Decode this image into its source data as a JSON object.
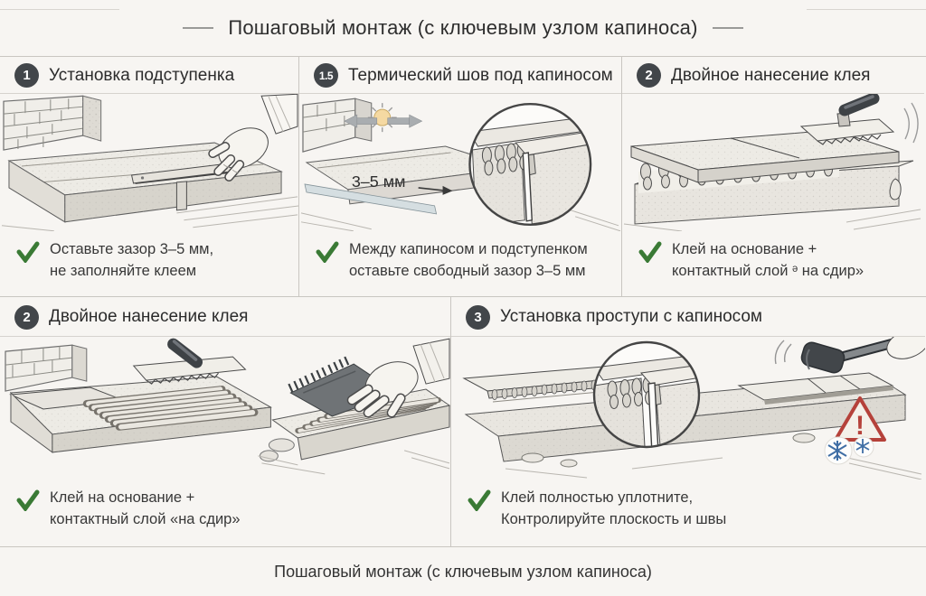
{
  "page": {
    "title_top": "Пошаговый монтаж (с ключевым узлом капиноса)",
    "title_bottom": "Пошаговый монтаж (с ключевым узлом капиноса)"
  },
  "colors": {
    "accent_green": "#3a7a35",
    "badge_dark": "#42464a",
    "warning_red": "#b5413a",
    "snowflake_blue": "#3f6ea5",
    "sun_yellow": "#f5d9a2",
    "divider_gray": "#c9c6c1"
  },
  "icons": {
    "checkmark": "✓",
    "warning_exclamation": "!",
    "sun": "☀",
    "snowflake": "❄",
    "expansion_arrows": "←→",
    "magnifier_detail": "○"
  },
  "panels": [
    {
      "number": "1",
      "title": "Установка подступенка",
      "note": [
        "Оставьте зазор 3–5 мм,",
        "не заполняйте клеем"
      ]
    },
    {
      "number": "1.5",
      "title": "Термический шов под капиносом",
      "annotation": "3–5 мм",
      "note": [
        "Между капиносом и подступенком",
        "оставьте свободный зазор 3–5 мм"
      ]
    },
    {
      "number": "2",
      "title": "Двойное нанесение клея",
      "note": [
        "Клей на основание +",
        "контактный слой ᵊ на сдир»"
      ]
    },
    {
      "number": "2",
      "title": "Двойное нанесение клея",
      "note": [
        "Клей на основание +",
        "контактный слой «на сдир»"
      ]
    },
    {
      "number": "3",
      "title": "Установка проступи с капиносом",
      "note": [
        "Клей полностью уплотните,",
        "Контролируйте плоскость и швы"
      ]
    }
  ]
}
